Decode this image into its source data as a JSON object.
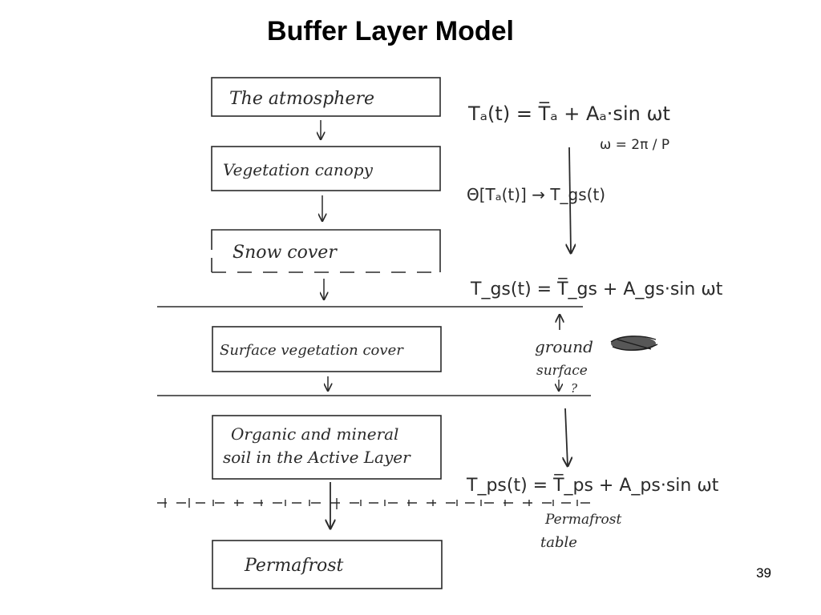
{
  "slide": {
    "title": "Buffer Layer Model",
    "number": "39"
  },
  "layers": [
    {
      "label": "The atmosphere"
    },
    {
      "label": "Vegetation canopy"
    },
    {
      "label": "Snow cover"
    },
    {
      "label": "Surface vegetation cover"
    },
    {
      "label_line1": "Organic and mineral",
      "label_line2": "soil in the Active Layer"
    },
    {
      "label": "Permafrost"
    }
  ],
  "equations": {
    "air_temperature": "Tₐ(t) = T̅ₐ + Aₐ·sin ωt",
    "omega": "ω = 2π / P",
    "transfer": "Θ[Tₐ(t)] → T_gs(t)",
    "ground_surface_temperature": "T_gs(t) = T̅_gs + A_gs·sin ωt",
    "permafrost_surface_temperature": "T_ps(t) = T̅_ps + A_ps·sin ωt"
  },
  "annotations": {
    "ground_surface_line1": "ground",
    "ground_surface_line2": "surface",
    "question_mark": "?",
    "permafrost_table_line1": "Permafrost",
    "permafrost_table_line2": "table"
  }
}
